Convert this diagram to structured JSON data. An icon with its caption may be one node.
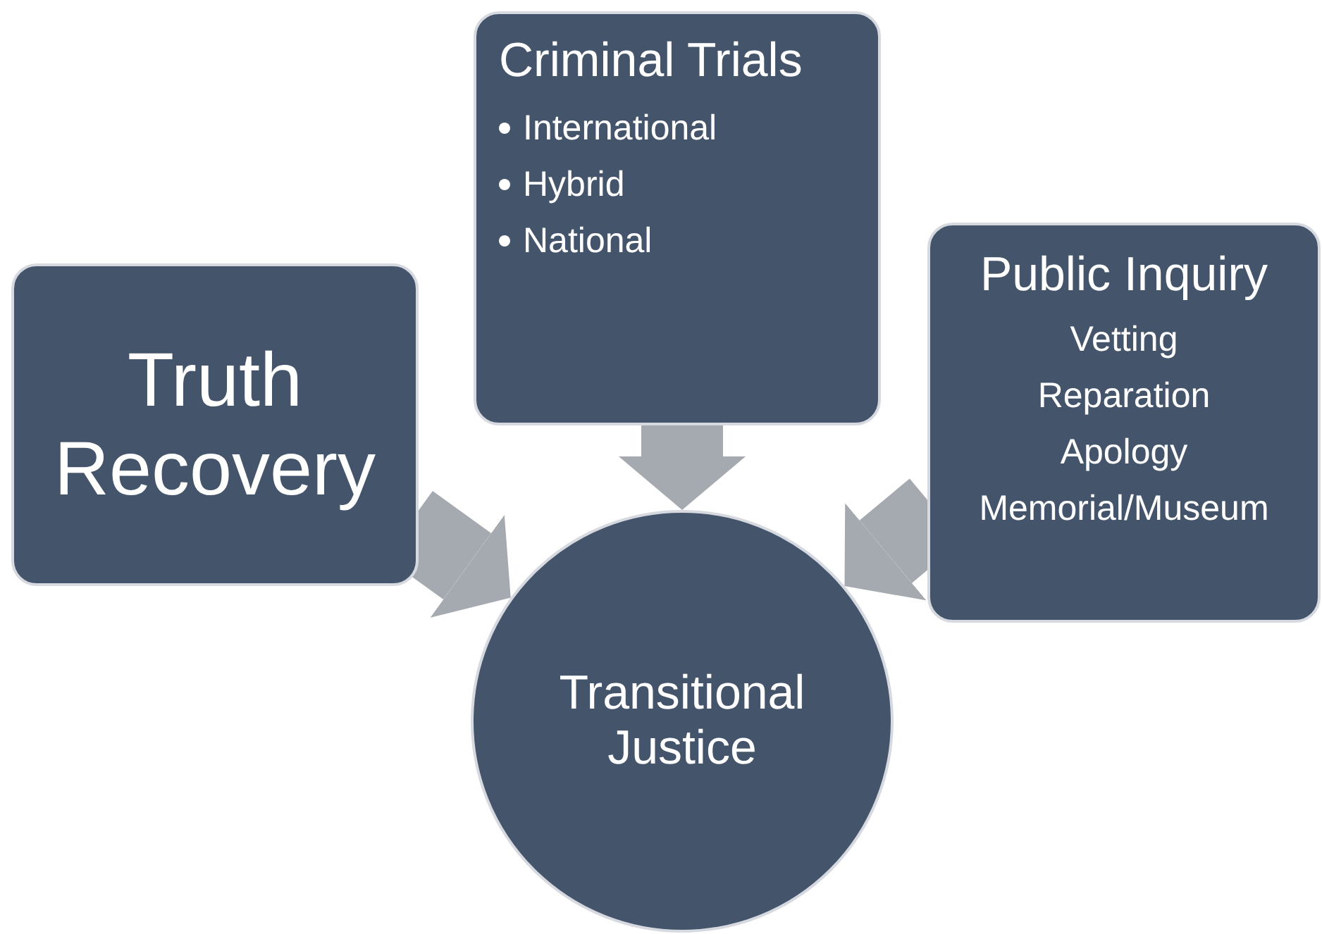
{
  "diagram": {
    "nodes": [
      {
        "text": [
          "Truth Recovery"
        ]
      },
      {
        "text": [
          "Criminal Trials",
          "International",
          "Hybrid",
          "National"
        ]
      },
      {
        "text": [
          "Public Inquiry",
          "Vetting",
          "Reparation",
          "Apology",
          "Memorial/Museum"
        ]
      },
      {
        "text": [
          "Transitional Justice"
        ]
      }
    ],
    "edges": [
      {
        "from": 0,
        "to": 3,
        "arrow": "to"
      },
      {
        "from": 1,
        "to": 3,
        "arrow": "to"
      },
      {
        "from": 2,
        "to": 3,
        "arrow": "to"
      }
    ]
  }
}
